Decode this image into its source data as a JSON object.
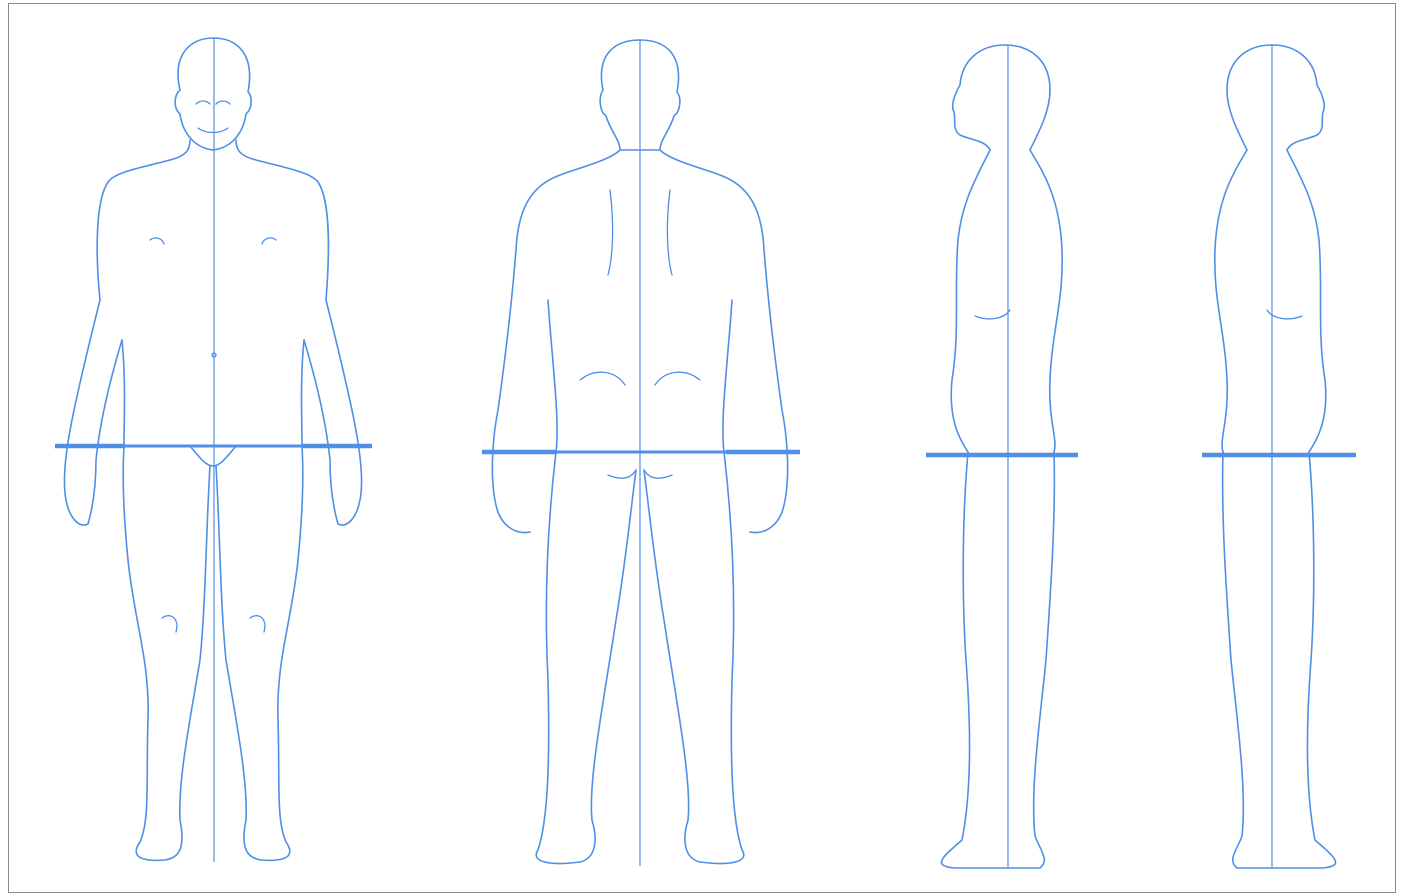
{
  "figures": [
    {
      "view": "front"
    },
    {
      "view": "back"
    },
    {
      "view": "side-left"
    },
    {
      "view": "side-right"
    }
  ],
  "colors": {
    "line": "#4f8fe6",
    "frame": "#8a8a8a",
    "background": "#ffffff"
  }
}
